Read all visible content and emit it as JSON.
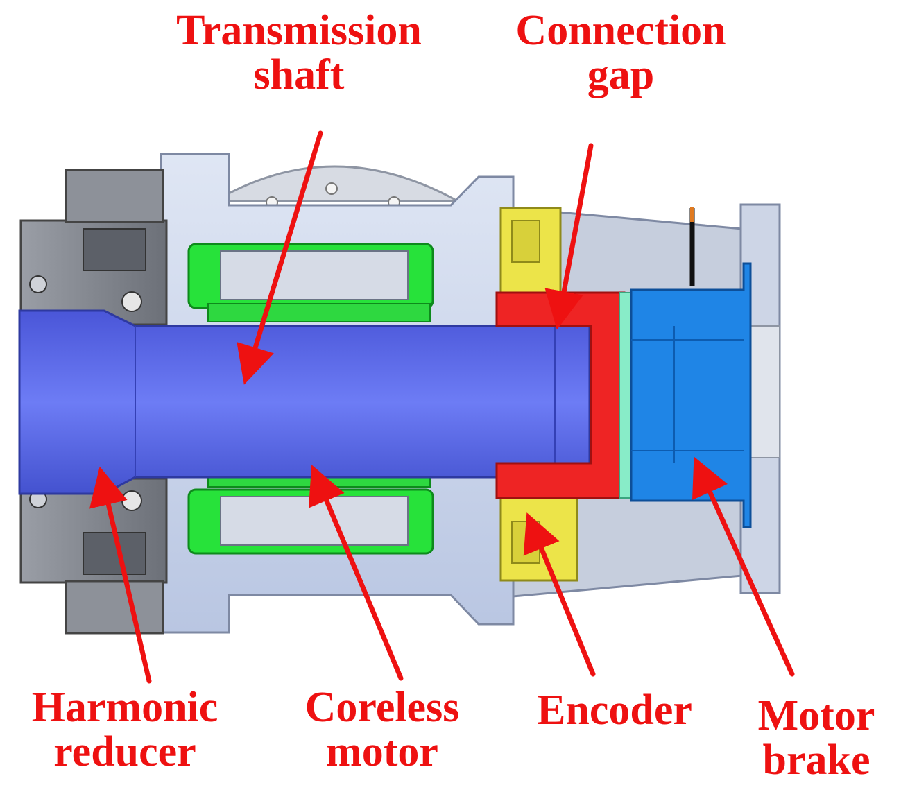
{
  "colors": {
    "label": "#ee1111",
    "arrow": "#ee1111",
    "shaft": "#5a6ae8",
    "stator": "#22dd33",
    "encoder": "#e8e040",
    "connector": "#ee2222",
    "brake": "#1a7fe0",
    "housing": "#c8d3ea",
    "reducer": "#8a8e96"
  },
  "labels": {
    "transmission_shaft": {
      "line1": "Transmission",
      "line2": "shaft"
    },
    "connection_gap": {
      "line1": "Connection",
      "line2": "gap"
    },
    "harmonic_reducer": {
      "line1": "Harmonic",
      "line2": "reducer"
    },
    "coreless_motor": {
      "line1": "Coreless",
      "line2": "motor"
    },
    "encoder": {
      "line1": "Encoder"
    },
    "motor_brake": {
      "line1": "Motor",
      "line2": "brake"
    }
  }
}
